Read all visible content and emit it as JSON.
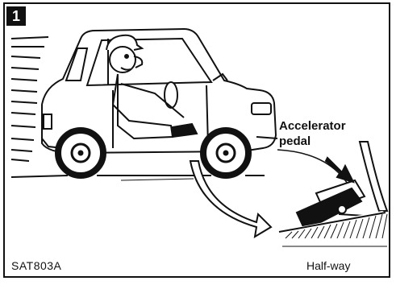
{
  "figure": {
    "step_number": "1",
    "callout_line1": "Accelerator",
    "callout_line2": "pedal",
    "figure_code": "SAT803A",
    "position_label": "Half-way"
  }
}
